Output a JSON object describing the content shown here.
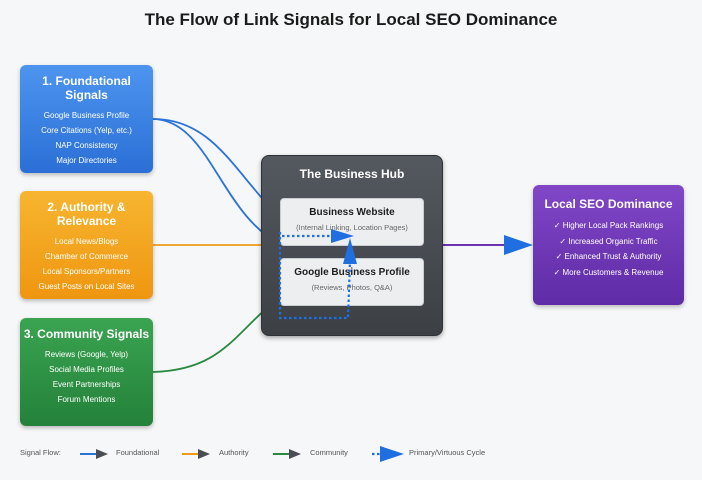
{
  "title": "The Flow of Link Signals for Local SEO Dominance",
  "foundational": {
    "title": "1. Foundational Signals",
    "items": [
      "Google Business Profile",
      "Core Citations (Yelp, etc.)",
      "NAP Consistency",
      "Major Directories"
    ]
  },
  "authority": {
    "title": "2. Authority & Relevance",
    "items": [
      "Local News/Blogs",
      "Chamber of Commerce",
      "Local Sponsors/Partners",
      "Guest Posts on Local Sites"
    ]
  },
  "community": {
    "title": "3. Community Signals",
    "items": [
      "Reviews (Google, Yelp)",
      "Social Media Profiles",
      "Event Partnerships",
      "Forum Mentions"
    ]
  },
  "hub": {
    "title": "The Business Hub",
    "website": {
      "title": "Business Website",
      "subtitle": "(Internal Linking, Location Pages)"
    },
    "gbp": {
      "title": "Google Business Profile",
      "subtitle": "(Reviews, Photos, Q&A)"
    }
  },
  "dominance": {
    "title": "Local SEO Dominance",
    "items": [
      "✓ Higher Local Pack Rankings",
      "✓ Increased Organic Traffic",
      "✓ Enhanced Trust & Authority",
      "✓ More Customers & Revenue"
    ]
  },
  "legend": {
    "label": "Signal Flow:",
    "foundational": "Foundational",
    "authority": "Authority",
    "community": "Community",
    "primary": "Primary/Virtuous Cycle"
  },
  "colors": {
    "foundational": "#2b73d8",
    "authority": "#ef9a18",
    "community": "#2a8a40",
    "primary": "#1f6fe0",
    "dominance": "#6b35b0",
    "arrowhead": "#4a4e54"
  }
}
